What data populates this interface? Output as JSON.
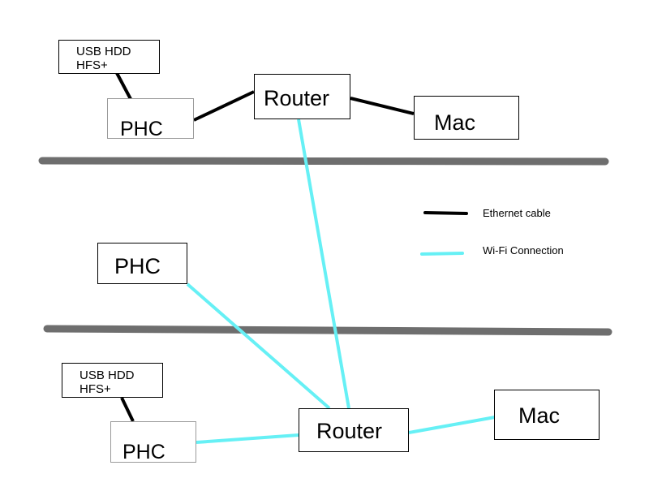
{
  "floors": {
    "top": {
      "hdd_label": "USB HDD\nHFS+",
      "phc_label": "PHC",
      "router_label": "Router",
      "mac_label": "Mac"
    },
    "middle": {
      "phc_label": "PHC"
    },
    "bottom": {
      "hdd_label": "USB HDD\nHFS+",
      "phc_label": "PHC",
      "router_label": "Router",
      "mac_label": "Mac"
    }
  },
  "legend": {
    "ethernet_label": "Ethernet cable",
    "wifi_label": "Wi-Fi Connection"
  },
  "colors": {
    "ethernet": "#000000",
    "wifi": "#66f0f5",
    "floor_divider": "#6e6e6e"
  }
}
